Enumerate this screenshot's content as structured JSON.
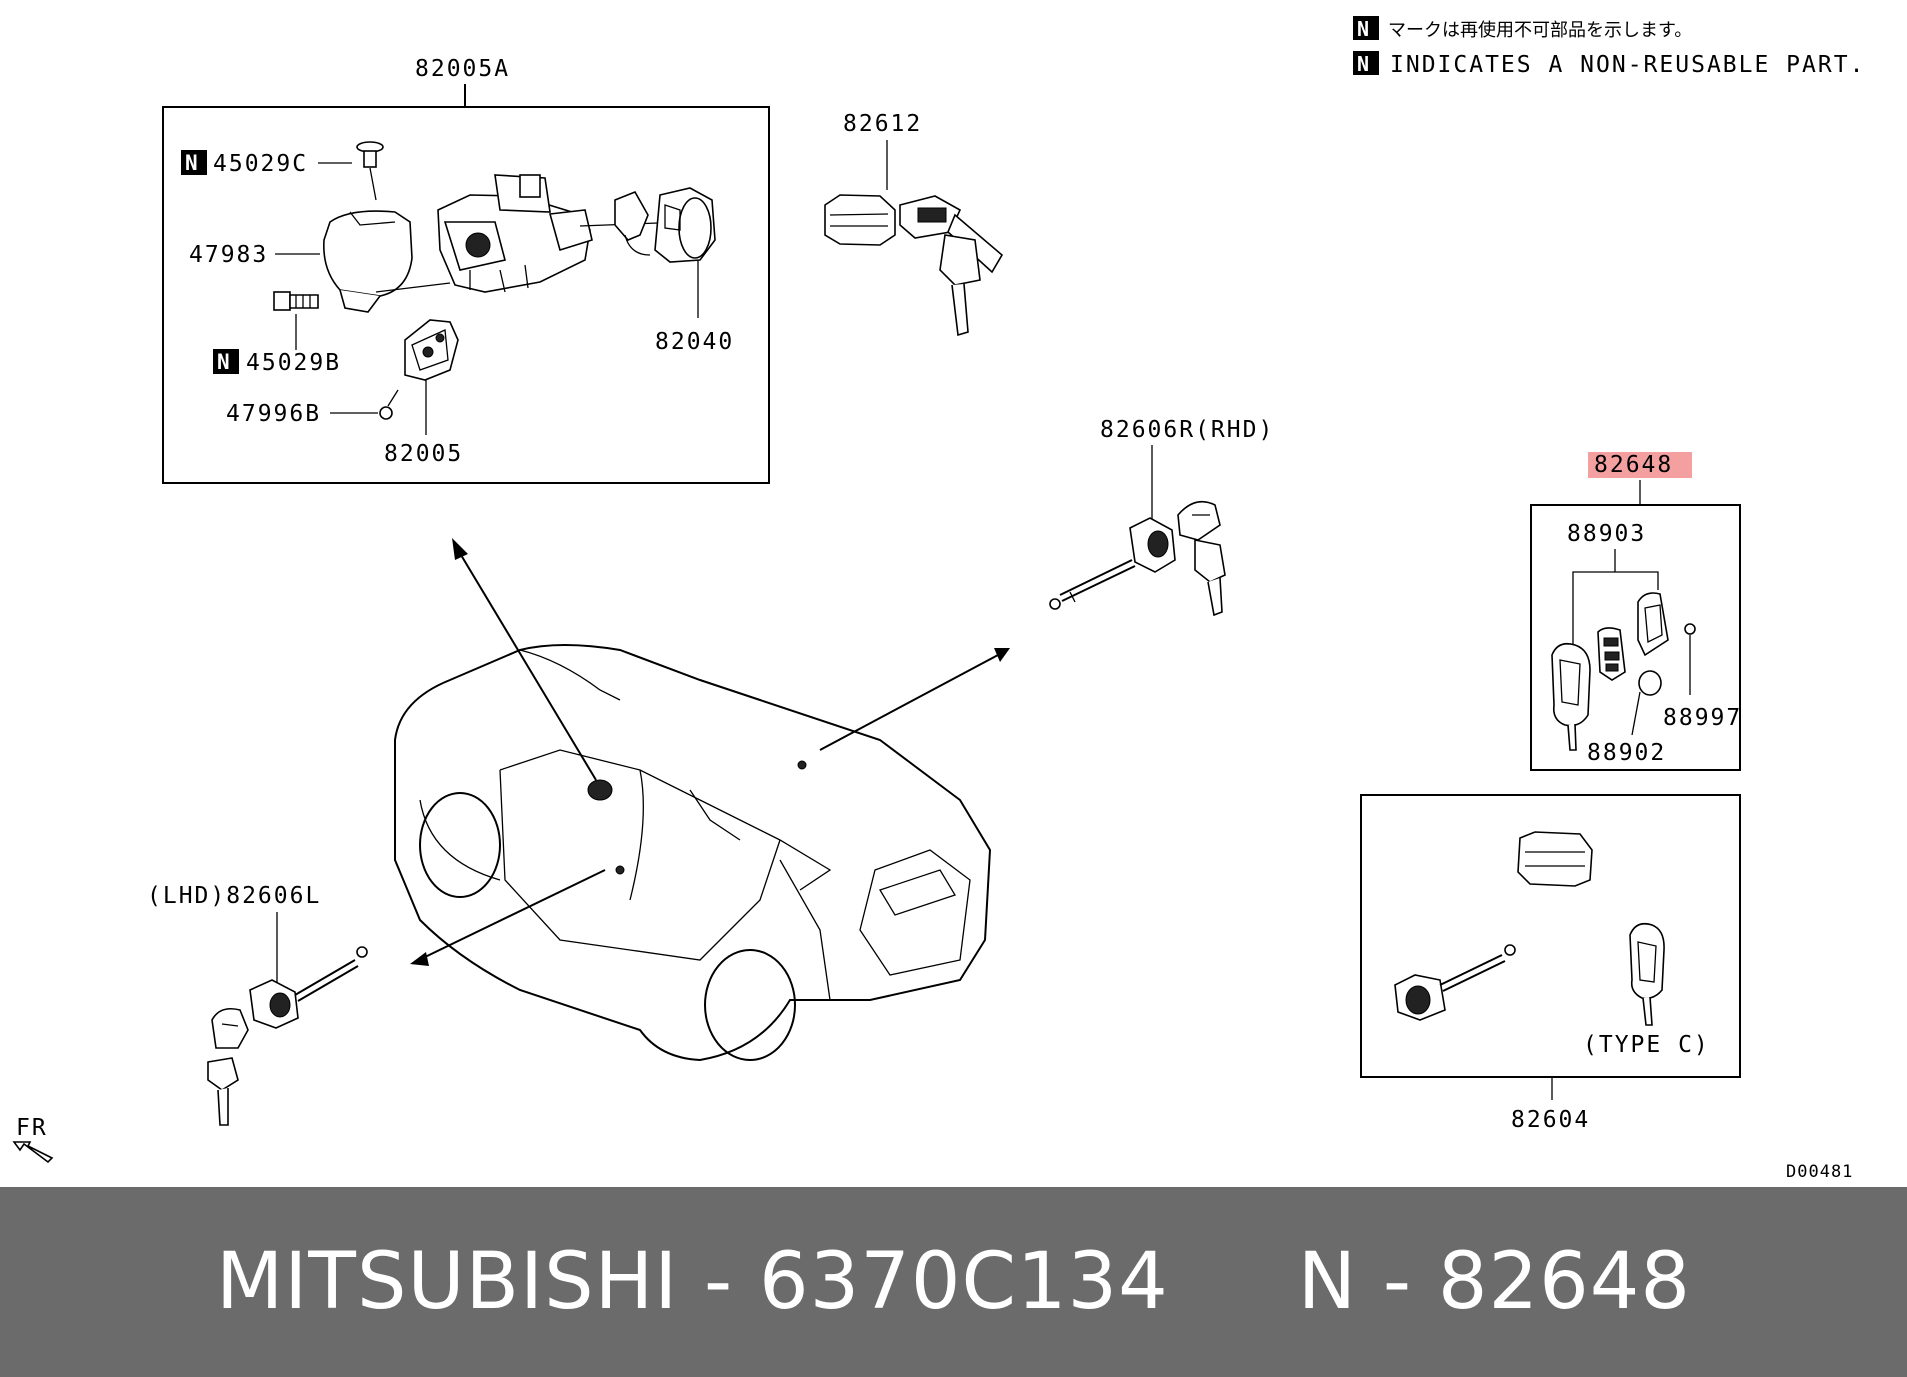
{
  "legend": {
    "badge": "N",
    "line_jp": "マークは再使用不可部品を示します。",
    "line_en": "INDICATES A NON-REUSABLE PART."
  },
  "labels": {
    "p82005A": "82005A",
    "p45029C": "45029C",
    "p47983": "47983",
    "p45029B": "45029B",
    "p47996B": "47996B",
    "p82005": "82005",
    "p82040": "82040",
    "p82612": "82612",
    "p82606R": "82606R(RHD)",
    "p82648": "82648",
    "p88903": "88903",
    "p88997": "88997",
    "p88902": "88902",
    "p82606L": "(LHD)82606L",
    "p82604": "82604",
    "typeC": "(TYPE C)",
    "fr": "FR",
    "drawing_id": "D00481"
  },
  "colors": {
    "highlight": "#f4a0a0",
    "footer_bg": "#6b6b6b",
    "footer_text": "#ffffff"
  },
  "footer": {
    "text": "MITSUBISHI - 6370C134     N - 82648"
  }
}
